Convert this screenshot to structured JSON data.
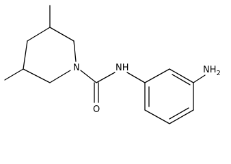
{
  "molecule": {
    "atoms": {
      "ring_nitrogen": "N",
      "amide_nh": "NH",
      "carbonyl_oxygen": "O",
      "amine": "NH2"
    }
  }
}
